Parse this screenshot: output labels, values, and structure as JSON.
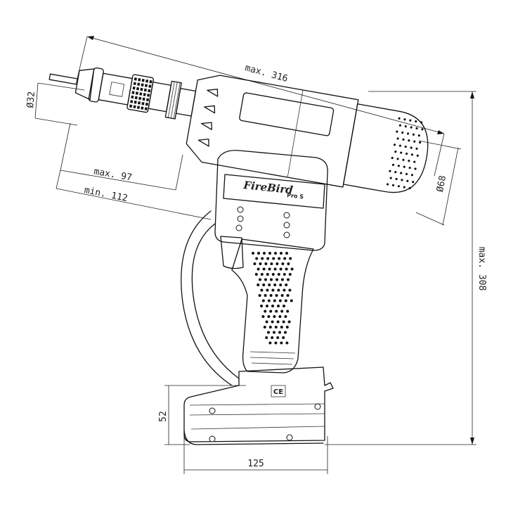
{
  "dimensions": {
    "length_max": "max. 316",
    "height_max": "max. 308",
    "stroke_max": "max. 97",
    "length_min": "min. 112",
    "nose_diameter": "Ø32",
    "body_diameter": "Ø68",
    "battery_height": "52",
    "battery_width": "125"
  },
  "branding": {
    "logo_text": "FireBird",
    "model_text": "Pro S",
    "mark_text": "CE"
  },
  "colors": {
    "line": "#111111",
    "background": "#ffffff"
  }
}
